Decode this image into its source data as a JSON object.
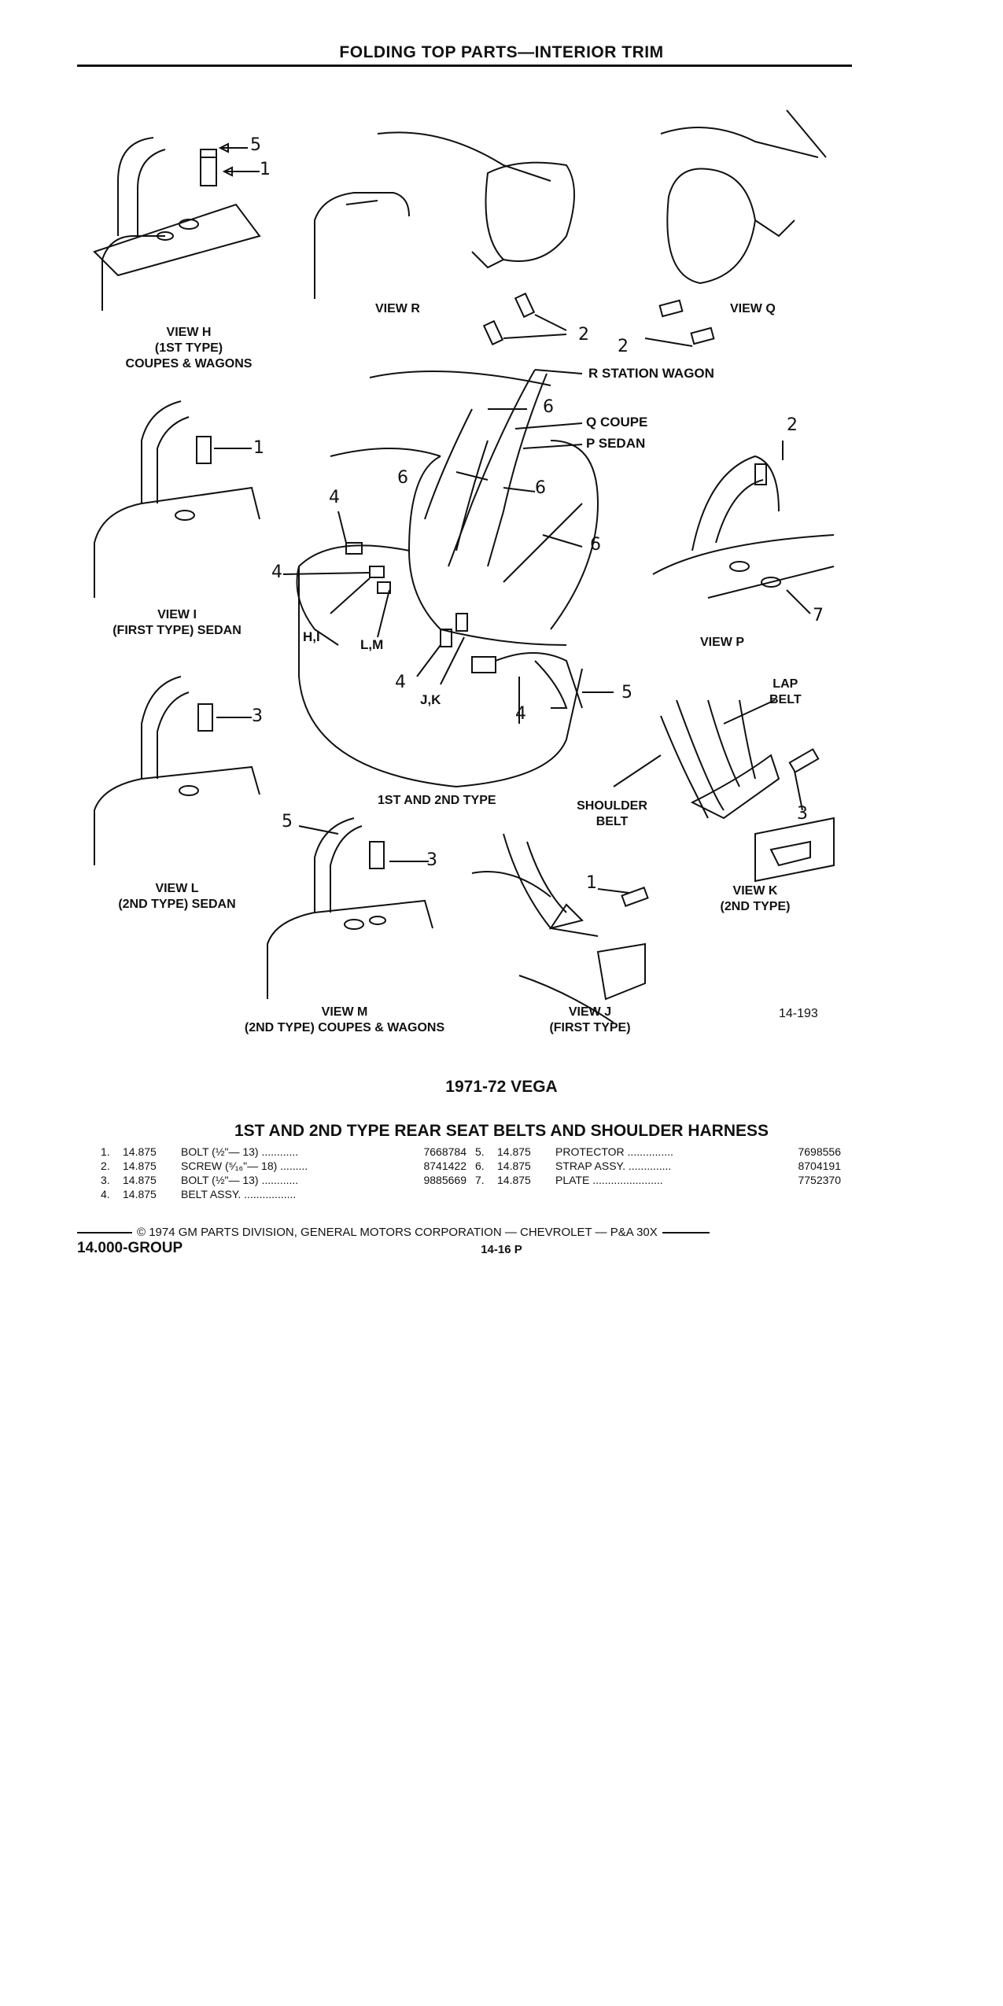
{
  "header": {
    "title": "FOLDING TOP PARTS—INTERIOR TRIM"
  },
  "views": {
    "h": {
      "title": "VIEW H",
      "line2": "(1ST TYPE)",
      "line3": "COUPES & WAGONS"
    },
    "r": {
      "title": "VIEW R"
    },
    "q": {
      "title": "VIEW Q"
    },
    "i": {
      "title": "VIEW I",
      "line2": "(FIRST TYPE) SEDAN"
    },
    "p": {
      "title": "VIEW P"
    },
    "l": {
      "title": "VIEW L",
      "line2": "(2ND TYPE) SEDAN"
    },
    "m": {
      "title": "VIEW M",
      "line2": "(2ND TYPE) COUPES & WAGONS"
    },
    "j": {
      "title": "VIEW J",
      "line2": "(FIRST TYPE)"
    },
    "k": {
      "title": "VIEW K",
      "line2": "(2ND TYPE)"
    }
  },
  "callouts": {
    "r_station_wagon": "R STATION WAGON",
    "q_coupe": "Q  COUPE",
    "p_sedan": "P  SEDAN",
    "hi": "H,I",
    "lm": "L,M",
    "jk": "J,K",
    "lap_belt_1": "LAP",
    "lap_belt_2": "BELT",
    "shoulder_belt_1": "SHOULDER",
    "shoulder_belt_2": "BELT",
    "type_caption": "1ST AND 2ND TYPE",
    "figure_no": "14-193",
    "n1": "1",
    "n2": "2",
    "n3": "3",
    "n4": "4",
    "n5": "5",
    "n6": "6",
    "n7": "7"
  },
  "model": "1971-72 VEGA",
  "parts_title": "1ST AND 2ND TYPE REAR SEAT BELTS AND SHOULDER HARNESS",
  "parts_left": [
    {
      "idx": "1.",
      "group": "14.875",
      "desc": "BOLT (½\"— 13) ............",
      "pn": "7668784"
    },
    {
      "idx": "2.",
      "group": "14.875",
      "desc": "SCREW (⁵⁄₁₆\"— 18) .........",
      "pn": "8741422"
    },
    {
      "idx": "3.",
      "group": "14.875",
      "desc": "BOLT (½\"— 13) ............",
      "pn": "9885669"
    },
    {
      "idx": "4.",
      "group": "14.875",
      "desc": "BELT ASSY. .................",
      "pn": ""
    }
  ],
  "parts_right": [
    {
      "idx": "5.",
      "group": "14.875",
      "desc": "PROTECTOR ...............",
      "pn": "7698556"
    },
    {
      "idx": "6.",
      "group": "14.875",
      "desc": "STRAP ASSY. ..............",
      "pn": "8704191"
    },
    {
      "idx": "7.",
      "group": "14.875",
      "desc": "PLATE .......................",
      "pn": "7752370"
    }
  ],
  "footer": {
    "copyright": "© 1974 GM PARTS DIVISION, GENERAL MOTORS CORPORATION — CHEVROLET — P&A 30X",
    "group": "14.000-GROUP",
    "page": "14-16  P"
  }
}
